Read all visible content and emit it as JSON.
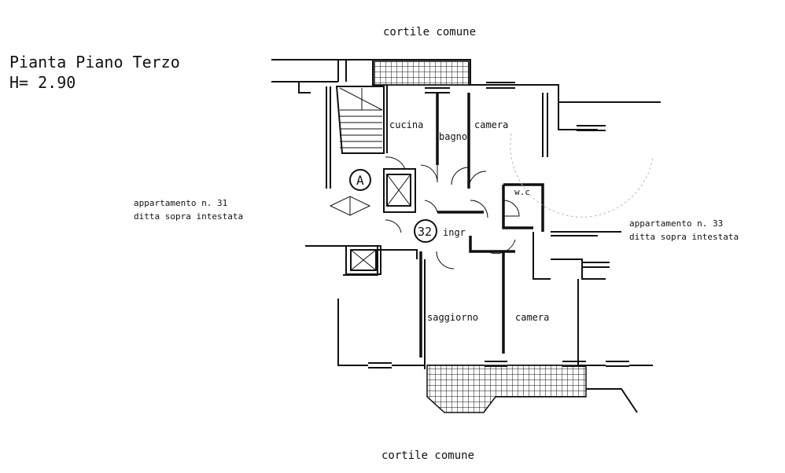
{
  "header": {
    "title": "Pianta Piano Terzo",
    "height": "H=  2.90"
  },
  "courtyard": {
    "top": "cortile comune",
    "bottom": "cortile comune"
  },
  "neighbors": {
    "left": {
      "line1": "appartamento  n. 31",
      "line2": "ditta sopra intestata"
    },
    "right": {
      "line1": "appartamento  n. 33",
      "line2": "ditta sopra intestata"
    }
  },
  "rooms": {
    "cucina": "cucina",
    "bagno": "bagno",
    "camera_top": "camera",
    "wc": "w.c",
    "ingr": "ingr",
    "soggiorno": "saggiorno",
    "camera_bottom": "camera"
  },
  "markers": {
    "stair": "A",
    "unit": "32"
  }
}
